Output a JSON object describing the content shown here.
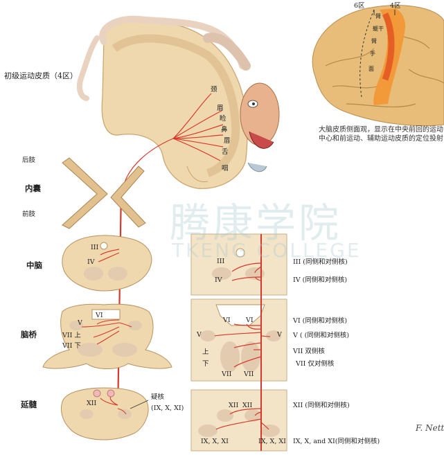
{
  "figure": {
    "cortex_label": "初级运动皮质（4区）",
    "capsule_label": "内囊",
    "hindlimb_label": "后肢",
    "forelimb_label": "前肢",
    "body_parts": [
      "颈",
      "眉",
      "睑",
      "鼻",
      "唇",
      "舌",
      "咽"
    ],
    "inset": {
      "area6": "6区",
      "area4": "4区",
      "caption": "大脑皮质侧面观，显示在中央前回的运动中心和前运动、辅助运动皮质的定位投射",
      "strip_labels": [
        "臂",
        "躯干",
        "臂",
        "手",
        "面"
      ]
    },
    "levels": {
      "midbrain": "中脑",
      "pons": "脑桥",
      "medulla": "延髓"
    },
    "midbrain_nuclei": {
      "III": "III",
      "IV": "IV"
    },
    "pons_nuclei": {
      "VI": "VI",
      "V": "V",
      "VII_upper": "VII 上",
      "VII_lower": "VII 下",
      "upper": "上",
      "lower": "下",
      "VII": "VII"
    },
    "medulla_nuclei": {
      "XII": "XII",
      "ambiguus": "疑核",
      "ambiguus_sub": "(IX, X, XI)",
      "IXXXI": "IX, X, XI"
    },
    "legend": {
      "III": "III (同侧和对侧核)",
      "IV": "IV (同侧和对侧核)",
      "VI": "VI (同侧和对侧核)",
      "V": "V ( (同侧和对侧核)",
      "VII_bilat": "VII 双侧核",
      "VII_contra": "VII 仅对侧核",
      "XII": "XII (同侧和对侧核)",
      "IXXXI": "IX, X, and XI(同侧和对侧核)"
    },
    "watermark": {
      "cn": "腾康学院",
      "en": "TKENG COLLEGE"
    },
    "signature": "F. Netter"
  },
  "colors": {
    "tissue": "#efd9b2",
    "tissue_dark": "#d9b98a",
    "nucleus": "#e3cbb0",
    "tract": "#d6392b",
    "box": "#f3e4c8",
    "gyrus": "#e8c07e",
    "motor_strip": "#f08a2a"
  }
}
